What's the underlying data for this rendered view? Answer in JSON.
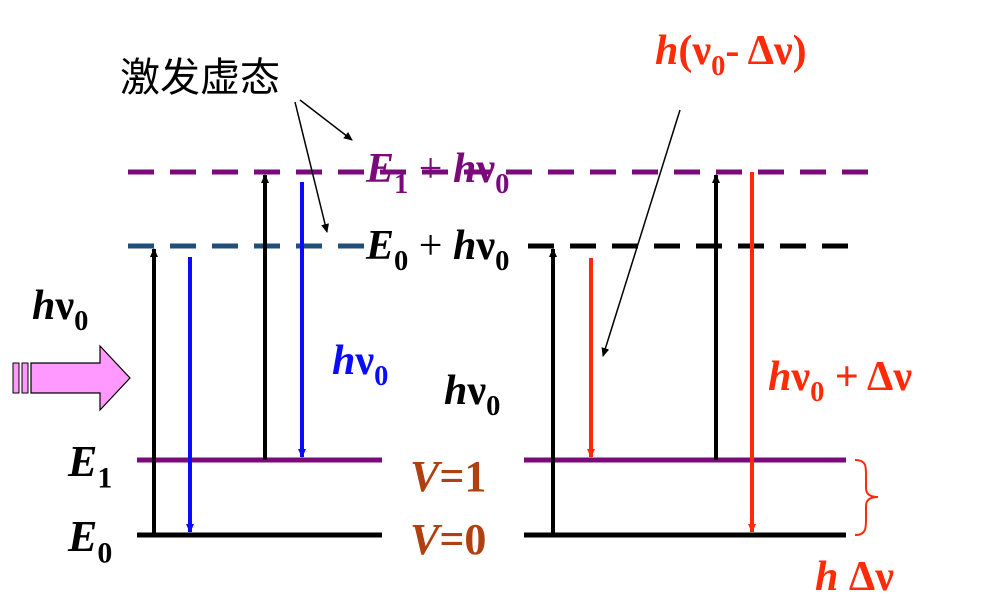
{
  "colors": {
    "black": "#000000",
    "purple": "#7a0a7a",
    "navy": "#1f4e79",
    "blue": "#0a0aff",
    "red": "#ff2a0a",
    "brown": "#b04010",
    "pink": "#ff99ff"
  },
  "excited_label": "激发虚态",
  "e1_virtual": {
    "sym": "E",
    "sub": "1",
    "plus": " + ",
    "h": "h",
    "nu": "ν",
    "nusub": "0"
  },
  "e0_virtual": {
    "sym": "E",
    "sub": "0",
    "plus": " + ",
    "h": "h",
    "nu": "ν",
    "nusub": "0"
  },
  "incident": {
    "h": "h",
    "nu": "ν",
    "sub": "0"
  },
  "rayleigh": {
    "h": "h",
    "nu": "ν",
    "sub": "0"
  },
  "raman_incident": {
    "h": "h",
    "nu": "ν",
    "sub": "0"
  },
  "stokes": {
    "h": "h",
    "open": "(",
    "nu": "ν",
    "sub": "0",
    "minus": "- Δν",
    "close": ")"
  },
  "anti_stokes": {
    "h": "h",
    "nu": "ν",
    "sub": "0",
    "plus": " + Δν"
  },
  "level_e1": {
    "sym": "E",
    "sub": "1"
  },
  "level_e0": {
    "sym": "E",
    "sub": "0"
  },
  "v1": {
    "v": "V",
    "eq": "=1"
  },
  "v0": {
    "v": "V",
    "eq": "=0"
  },
  "h_delta": {
    "h": "h",
    "rest": " Δν"
  }
}
